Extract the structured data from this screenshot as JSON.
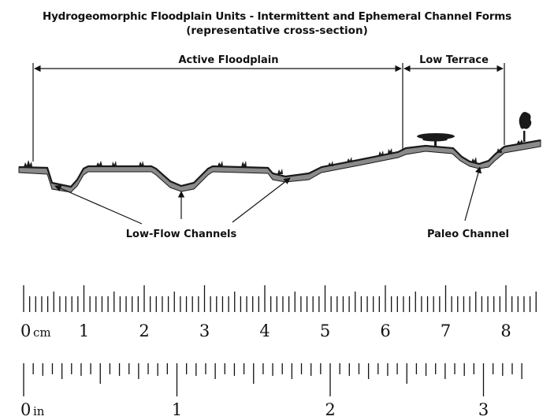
{
  "header": {
    "title": "Hydrogeomorphic Floodplain Units - Intermittent and Ephemeral Channel Forms",
    "subtitle": "(representative cross-section)"
  },
  "diagram": {
    "spans": [
      {
        "label": "Active Floodplain"
      },
      {
        "label": "Low Terrace"
      }
    ],
    "callouts": [
      {
        "label": "Low-Flow Channels"
      },
      {
        "label": "Paleo Channel"
      }
    ],
    "colors": {
      "ground_fill": "#8a8a8a",
      "ground_line": "#1a1a1a",
      "text": "#111111"
    }
  },
  "rulers": {
    "cm": {
      "unit": "cm",
      "numbers": [
        "0",
        "1",
        "2",
        "3",
        "4",
        "5",
        "6",
        "7",
        "8"
      ]
    },
    "inch": {
      "unit": "in",
      "numbers": [
        "0",
        "1",
        "2",
        "3"
      ]
    }
  }
}
